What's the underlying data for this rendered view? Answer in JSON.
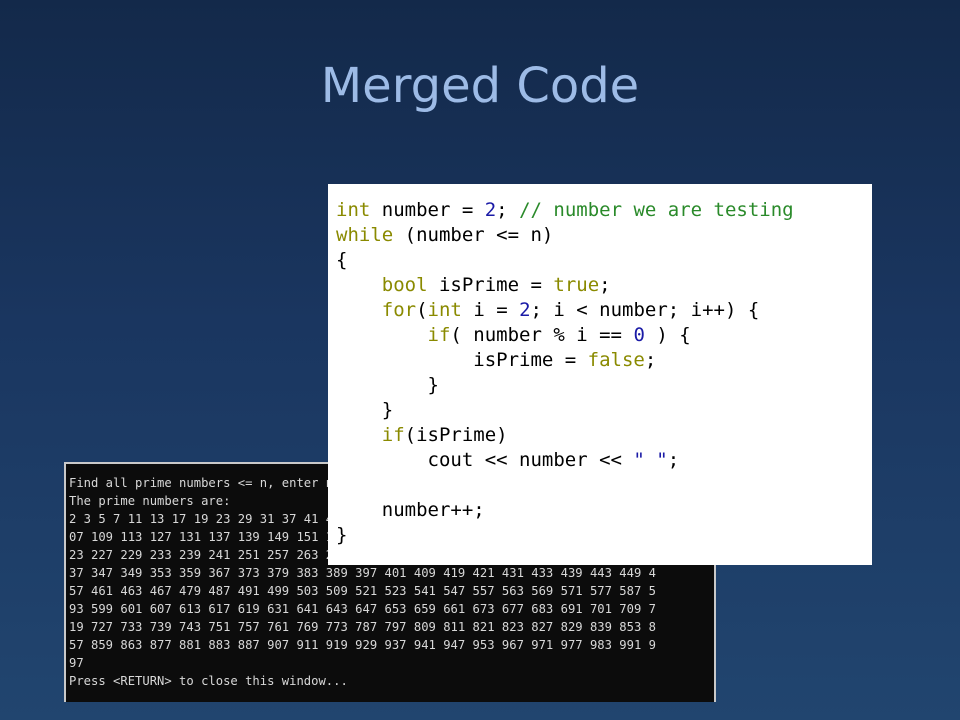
{
  "slide": {
    "title": "Merged Code"
  },
  "colors": {
    "keyword": "#8a8a00",
    "number": "#1a1aa6",
    "comment": "#2a8a2a",
    "string": "#1a1aa6"
  },
  "code_lines": [
    [
      {
        "t": "int",
        "k": "kw"
      },
      {
        "t": " number = ",
        "k": "id"
      },
      {
        "t": "2",
        "k": "num"
      },
      {
        "t": "; ",
        "k": "id"
      },
      {
        "t": "// number we are testing",
        "k": "cm"
      }
    ],
    [
      {
        "t": "while",
        "k": "kw"
      },
      {
        "t": " (number <= n)",
        "k": "id"
      }
    ],
    [
      {
        "t": "{",
        "k": "id"
      }
    ],
    [
      {
        "t": "    ",
        "k": "id"
      },
      {
        "t": "bool",
        "k": "kw"
      },
      {
        "t": " isPrime = ",
        "k": "id"
      },
      {
        "t": "true",
        "k": "kw"
      },
      {
        "t": ";",
        "k": "id"
      }
    ],
    [
      {
        "t": "    ",
        "k": "id"
      },
      {
        "t": "for",
        "k": "kw"
      },
      {
        "t": "(",
        "k": "id"
      },
      {
        "t": "int",
        "k": "kw"
      },
      {
        "t": " i = ",
        "k": "id"
      },
      {
        "t": "2",
        "k": "num"
      },
      {
        "t": "; i < number; i++) {",
        "k": "id"
      }
    ],
    [
      {
        "t": "        ",
        "k": "id"
      },
      {
        "t": "if",
        "k": "kw"
      },
      {
        "t": "( number % i == ",
        "k": "id"
      },
      {
        "t": "0",
        "k": "num"
      },
      {
        "t": " ) {",
        "k": "id"
      }
    ],
    [
      {
        "t": "            isPrime = ",
        "k": "id"
      },
      {
        "t": "false",
        "k": "kw"
      },
      {
        "t": ";",
        "k": "id"
      }
    ],
    [
      {
        "t": "        }",
        "k": "id"
      }
    ],
    [
      {
        "t": "    }",
        "k": "id"
      }
    ],
    [
      {
        "t": "    ",
        "k": "id"
      },
      {
        "t": "if",
        "k": "kw"
      },
      {
        "t": "(isPrime)",
        "k": "id"
      }
    ],
    [
      {
        "t": "        cout << number << ",
        "k": "id"
      },
      {
        "t": "\" \"",
        "k": "str"
      },
      {
        "t": ";",
        "k": "id"
      }
    ],
    [
      {
        "t": "",
        "k": "id"
      }
    ],
    [
      {
        "t": "    number++;",
        "k": "id"
      }
    ],
    [
      {
        "t": "}",
        "k": "id"
      }
    ]
  ],
  "console_lines": [
    "Find all prime numbers <= n, enter n: 1000",
    "The prime numbers are:",
    "2 3 5 7 11 13 17 19 23 29 31 37 41 43 47 53 59 61 67 71 73 79 83 89 97 101 103 1",
    "07 109 113 127 131 137 139 149 151 157 163 167 173 179 181 191 193 197 199 211 2",
    "23 227 229 233 239 241 251 257 263 269 271 277 281 283 293 307 311 313 317 331 3",
    "37 347 349 353 359 367 373 379 383 389 397 401 409 419 421 431 433 439 443 449 4",
    "57 461 463 467 479 487 491 499 503 509 521 523 541 547 557 563 569 571 577 587 5",
    "93 599 601 607 613 617 619 631 641 643 647 653 659 661 673 677 683 691 701 709 7",
    "19 727 733 739 743 751 757 761 769 773 787 797 809 811 821 823 827 829 839 853 8",
    "57 859 863 877 881 883 887 907 911 919 929 937 941 947 953 967 971 977 983 991 9",
    "97",
    "Press <RETURN> to close this window..."
  ]
}
